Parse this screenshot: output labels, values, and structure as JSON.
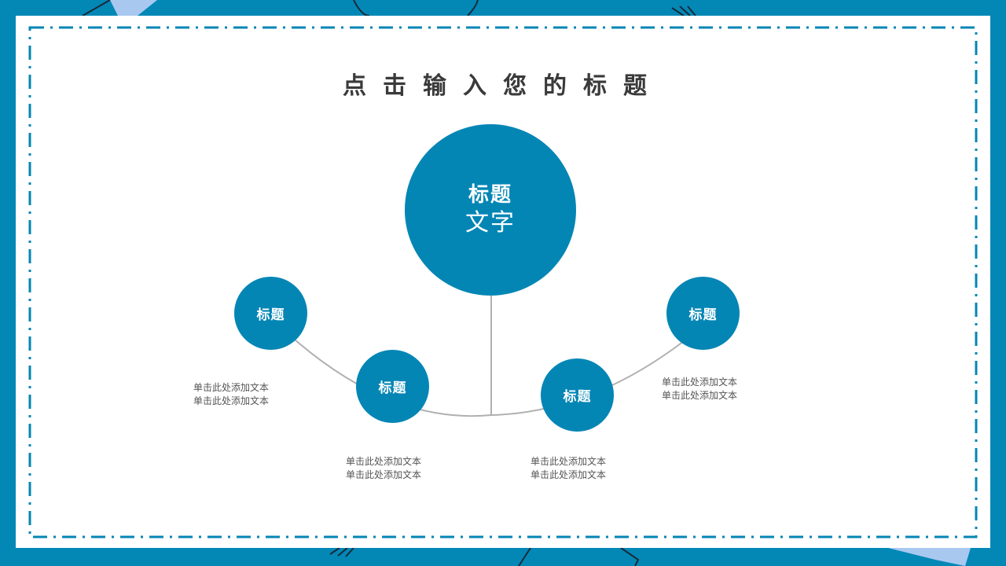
{
  "slide": {
    "title": "点击输入您的标题",
    "main_circle": {
      "line1": "标题",
      "line2": "文字"
    },
    "nodes": [
      {
        "label": "标题",
        "text_line1": "单击此处添加文本",
        "text_line2": "单击此处添加文本"
      },
      {
        "label": "标题",
        "text_line1": "单击此处添加文本",
        "text_line2": "单击此处添加文本"
      },
      {
        "label": "标题",
        "text_line1": "单击此处添加文本",
        "text_line2": "单击此处添加文本"
      },
      {
        "label": "标题",
        "text_line1": "单击此处添加文本",
        "text_line2": "单击此处添加文本"
      }
    ]
  },
  "colors": {
    "background": "#0388b6",
    "circle": "#0486b5",
    "frame_dash": "#0486b5",
    "connector": "#b0b0b0",
    "title_text": "#3a3a3a",
    "body_text": "#555555"
  }
}
